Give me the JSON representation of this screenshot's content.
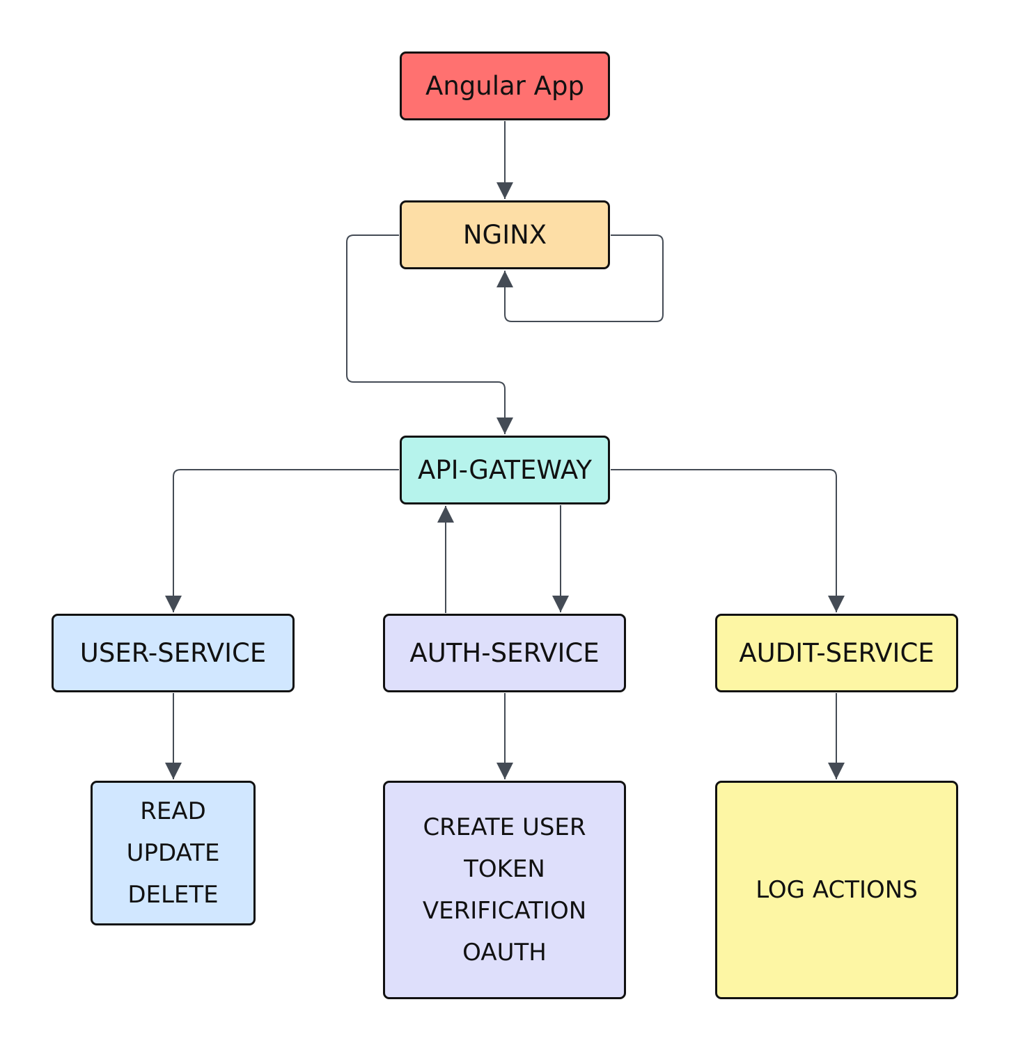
{
  "colors": {
    "angular_app": "#ff7170",
    "nginx": "#fddea6",
    "api_gateway": "#b6f3ec",
    "user": "#d1e7ff",
    "auth": "#dedffb",
    "audit": "#fdf6a4",
    "connector": "#444b55"
  },
  "nodes": {
    "angular_app": {
      "label": "Angular App"
    },
    "nginx": {
      "label": "NGINX"
    },
    "api_gateway": {
      "label": "API-GATEWAY"
    },
    "user_service": {
      "label": "USER-SERVICE"
    },
    "auth_service": {
      "label": "AUTH-SERVICE"
    },
    "audit_service": {
      "label": "AUDIT-SERVICE"
    },
    "user_ops": {
      "lines": [
        "READ",
        "UPDATE",
        "DELETE"
      ]
    },
    "auth_ops": {
      "lines": [
        "CREATE USER",
        "TOKEN",
        "VERIFICATION",
        "OAUTH"
      ]
    },
    "audit_ops": {
      "lines": [
        "LOG ACTIONS"
      ]
    }
  }
}
